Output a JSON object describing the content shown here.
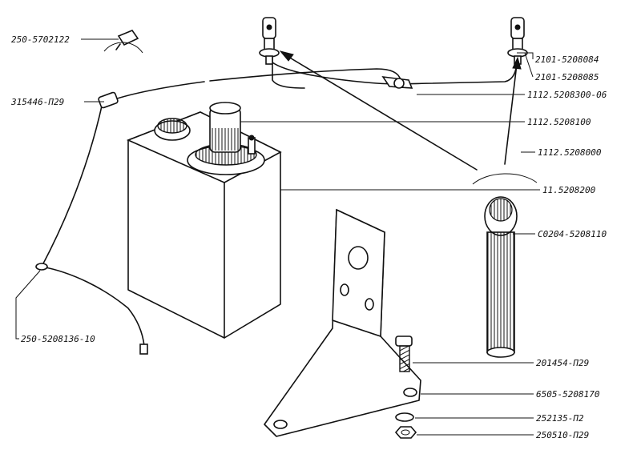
{
  "labels": {
    "l1": "250-5702122",
    "l2": "315446-П29",
    "l3": "250-5208136-10",
    "r1": "2101-5208084",
    "r2": "2101-5208085",
    "r3": "1112.5208300-06",
    "r4": "1112.5208100",
    "r5": "1112.5208000",
    "r6": "11.5208200",
    "r7": "С0204-5208110",
    "r8": "201454-П29",
    "r9": "6505-5208170",
    "r10": "252135-П2",
    "r11": "250510-П29"
  },
  "colors": {
    "ink": "#111111",
    "paper": "#ffffff"
  }
}
